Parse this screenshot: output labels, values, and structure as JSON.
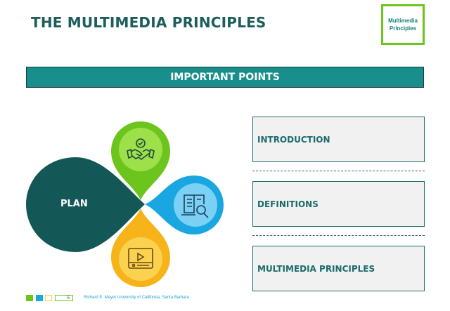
{
  "header": {
    "title": "THE MULTIMEDIA PRINCIPLES",
    "logo_line1": "Multimedia",
    "logo_line2": "Principles"
  },
  "banner": {
    "label": "IMPORTANT POINTS"
  },
  "diagram": {
    "center_label": "PLAN",
    "petals": [
      {
        "icon": "handshake-icon",
        "color": "#6cc51c"
      },
      {
        "icon": "book-search-icon",
        "color": "#1aa6e0"
      },
      {
        "icon": "video-player-icon",
        "color": "#f6b41a"
      }
    ],
    "center_color": "#135856"
  },
  "cards": [
    {
      "label": "INTRODUCTION"
    },
    {
      "label": "DEFINITIONS"
    },
    {
      "label": "MULTIMEDIA PRINCIPLES"
    }
  ],
  "footer": {
    "page_number": "5",
    "credit": "Richard E. Mayer University of California, Santa Barbara",
    "square_colors": [
      "#6cc51c",
      "#1aa6e0",
      "#f6d24a"
    ]
  }
}
